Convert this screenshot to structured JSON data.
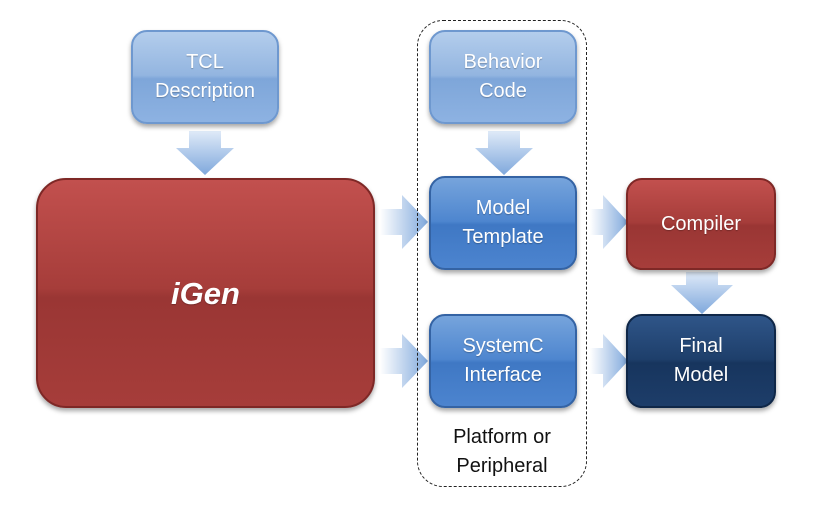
{
  "diagram": {
    "nodes": {
      "tcl": "TCL\nDescription",
      "behavior": "Behavior\nCode",
      "igen": "iGen",
      "template": "Model\nTemplate",
      "systemc": "SystemC\nInterface",
      "compiler": "Compiler",
      "final": "Final\nModel"
    },
    "group_label": "Platform or\nPeripheral",
    "edges": [
      [
        "tcl",
        "igen"
      ],
      [
        "behavior",
        "template"
      ],
      [
        "igen",
        "template"
      ],
      [
        "igen",
        "systemc"
      ],
      [
        "template",
        "compiler"
      ],
      [
        "systemc",
        "final"
      ],
      [
        "compiler",
        "final"
      ]
    ],
    "colors": {
      "light_blue": "#93b5e0",
      "blue": "#4e86cf",
      "red": "#a63d3a",
      "navy": "#1e3f6b",
      "arrow": "#8fb3e3"
    }
  }
}
